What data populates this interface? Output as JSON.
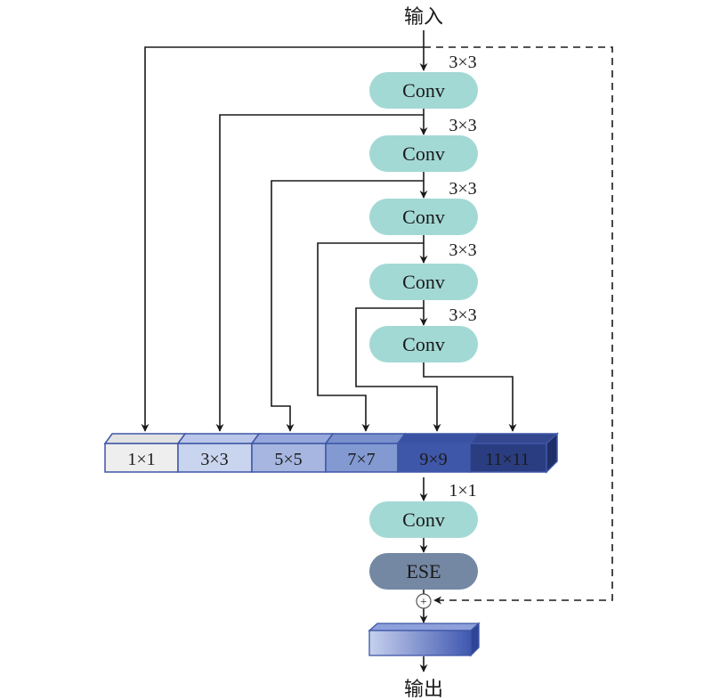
{
  "diagram": {
    "input_label": "输入",
    "output_label": "输出",
    "conv_chain": [
      {
        "label": "Conv",
        "kernel": "3×3"
      },
      {
        "label": "Conv",
        "kernel": "3×3"
      },
      {
        "label": "Conv",
        "kernel": "3×3"
      },
      {
        "label": "Conv",
        "kernel": "3×3"
      },
      {
        "label": "Conv",
        "kernel": "3×3"
      }
    ],
    "concat_blocks": [
      {
        "label": "1×1",
        "color": "#eeeeee"
      },
      {
        "label": "3×3",
        "color": "#c9d4ee"
      },
      {
        "label": "5×5",
        "color": "#a6b6e0"
      },
      {
        "label": "7×7",
        "color": "#8399d2"
      },
      {
        "label": "9×9",
        "color": "#3f57a8"
      },
      {
        "label": "11×11",
        "color": "#2a3d80"
      }
    ],
    "fusion_conv": {
      "label": "Conv",
      "kernel": "1×1"
    },
    "attention": {
      "label": "ESE"
    },
    "add_symbol": "+",
    "colors": {
      "conv_fill": "#a3d9d5",
      "ese_fill": "#7487a3",
      "output_block": "#4a63b8",
      "line": "#1a1a1a"
    }
  }
}
